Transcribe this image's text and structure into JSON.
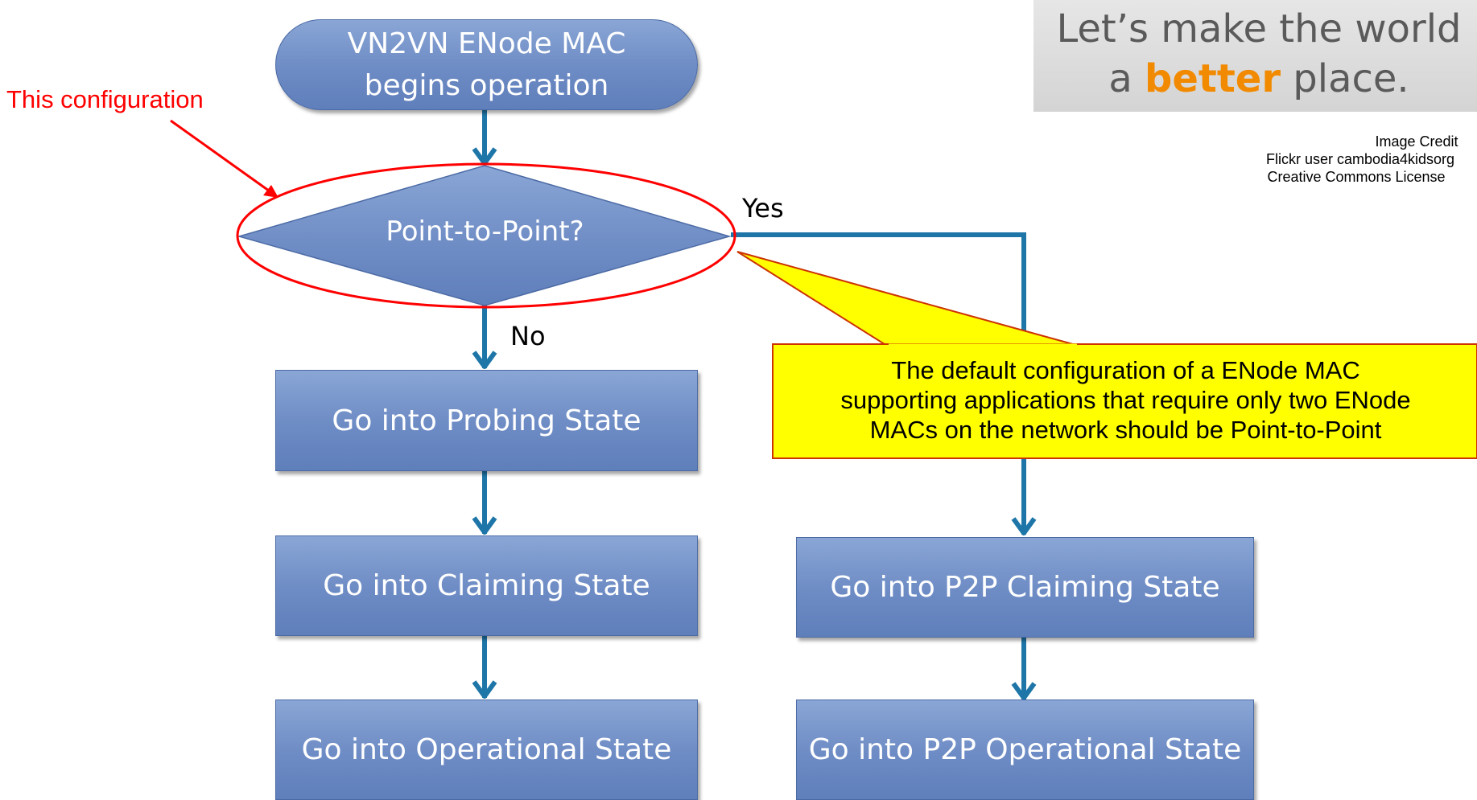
{
  "banner": {
    "line1": "Let’s make the world",
    "line2_prefix": "a ",
    "line2_highlight": "better",
    "line2_suffix": " place."
  },
  "credit": {
    "line1": "Image Credit",
    "line2": "Flickr user cambodia4kidsorg",
    "line3": "Creative Commons License"
  },
  "annotation": {
    "label": "This configuration"
  },
  "flow": {
    "start": {
      "line1": "VN2VN ENode MAC",
      "line2": "begins operation"
    },
    "decision": "Point-to-Point?",
    "yes_label": "Yes",
    "no_label": "No",
    "probing": "Go into Probing State",
    "claiming": "Go into Claiming State",
    "operational": "Go into Operational State",
    "p2p_claiming": "Go into P2P Claiming State",
    "p2p_operational": "Go into P2P Operational State"
  },
  "callout": {
    "line1": "The default configuration of a ENode MAC",
    "line2": "supporting applications that require only two ENode",
    "line3": "MACs on the network should be Point-to-Point"
  },
  "colors": {
    "box_fill": "#6d8bc4",
    "arrow": "#1e76a8",
    "annotation_red": "#ff0000",
    "callout_fill": "#ffff00",
    "banner_accent": "#f28a00"
  }
}
